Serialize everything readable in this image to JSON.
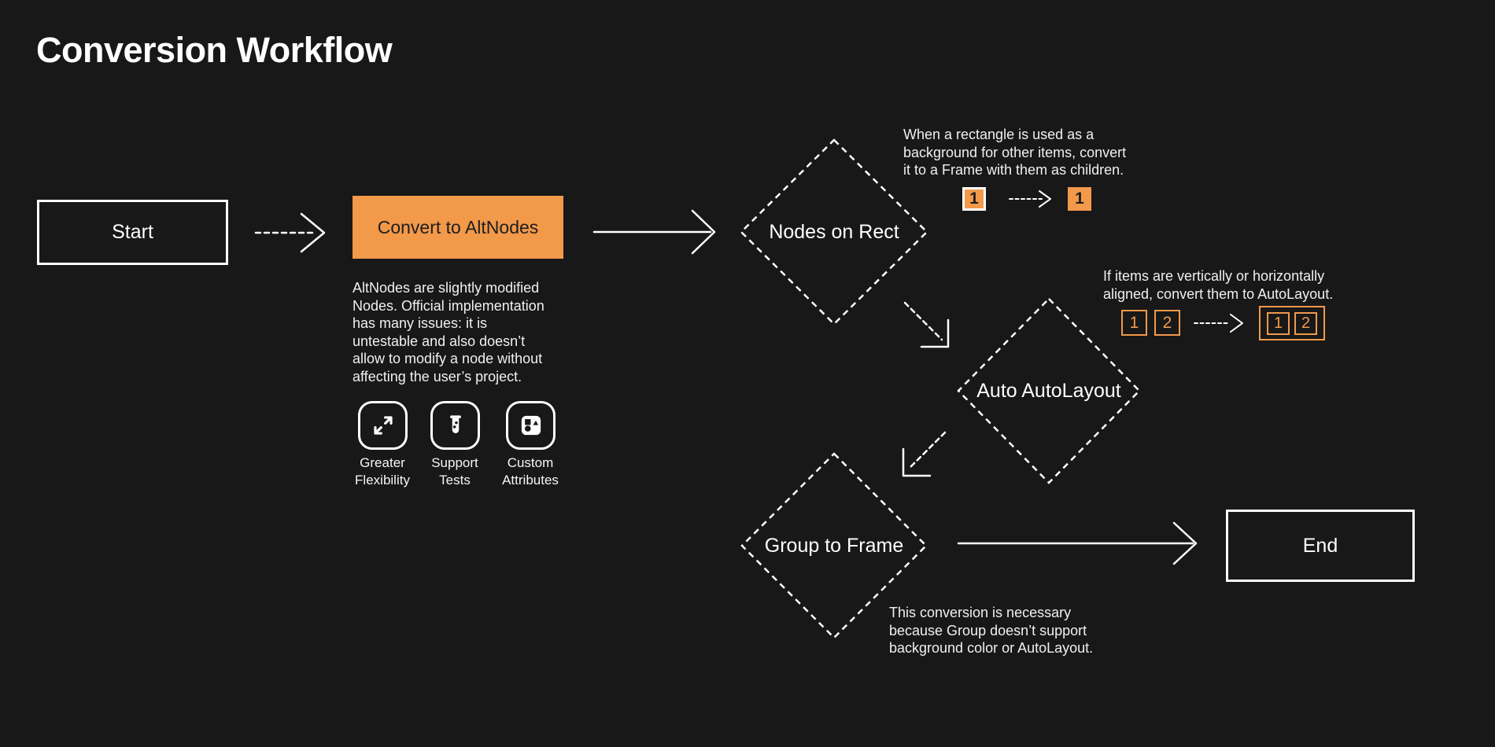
{
  "title": "Conversion Workflow",
  "colors": {
    "background": "#181818",
    "orange": "#F2994A",
    "white": "#FFFFFF",
    "dark_text": "#1E1E1E"
  },
  "nodes": {
    "start": "Start",
    "convert": "Convert to AltNodes",
    "nodes_on_rect": "Nodes on Rect",
    "auto_autolayout": "Auto AutoLayout",
    "group_to_frame": "Group to Frame",
    "end": "End"
  },
  "notes": {
    "altnodes_lines": [
      "AltNodes are slightly modified",
      "Nodes. Official implementation",
      "has many issues: it is",
      "untestable and also doesn’t",
      "allow to modify a node without",
      "affecting the user’s project."
    ],
    "nodes_on_rect_lines": [
      "When a rectangle is used as a",
      "background for other items, convert",
      "it to a Frame with them as children."
    ],
    "auto_autolayout_lines": [
      "If items are vertically or horizontally",
      "aligned, convert them to AutoLayout."
    ],
    "group_to_frame_lines": [
      "This conversion is necessary",
      "because Group doesn’t support",
      "background color or AutoLayout."
    ]
  },
  "features": [
    {
      "icon": "expand-arrows-icon",
      "label_lines": [
        "Greater",
        "Flexibility"
      ]
    },
    {
      "icon": "test-tube-icon",
      "label_lines": [
        "Support",
        "Tests"
      ]
    },
    {
      "icon": "shapes-icon",
      "label_lines": [
        "Custom",
        "Attributes"
      ]
    }
  ],
  "demos": {
    "rect_to_frame": {
      "before": "1",
      "after": "1"
    },
    "autolayout": {
      "before": [
        "1",
        "2"
      ],
      "after": [
        "1",
        "2"
      ]
    }
  }
}
